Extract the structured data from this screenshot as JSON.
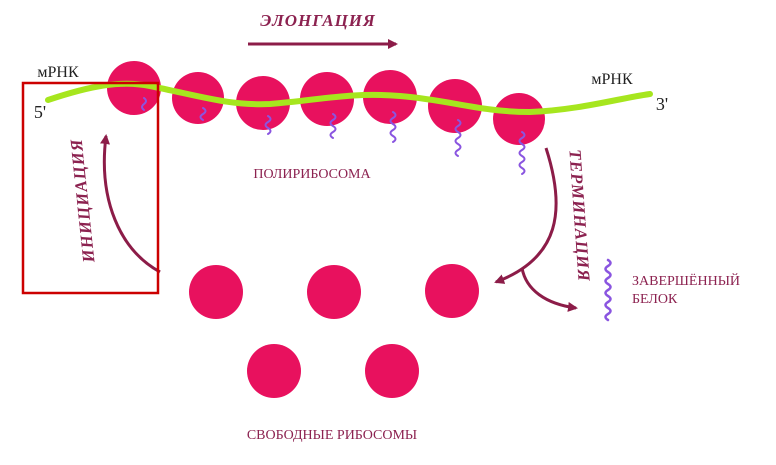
{
  "labels": {
    "elongation": "ЭЛОНГАЦИЯ",
    "mrna_left": "мРНК",
    "mrna_right": "мРНК",
    "five_prime": "5'",
    "three_prime": "3'",
    "polyribosome": "ПОЛИРИБОСОМА",
    "initiation": "ИНИЦИАЦИЯ",
    "termination": "ТЕРМИНАЦИЯ",
    "finished_protein_line1": "ЗАВЕРШЁННЫЙ",
    "finished_protein_line2": "БЕЛОК",
    "free_ribosomes": "СВОБОДНЫЕ РИБОСОМЫ"
  },
  "colors": {
    "ribosome": "#e8115e",
    "mrna": "#a6e61e",
    "protein": "#8a55e0",
    "arrow": "#8c1c48",
    "label": "#8c2250",
    "text": "#222222",
    "highlight_box": "#cc0000"
  },
  "counts": {
    "ribosomes_on_mrna": 7,
    "free_ribosomes": 5
  }
}
